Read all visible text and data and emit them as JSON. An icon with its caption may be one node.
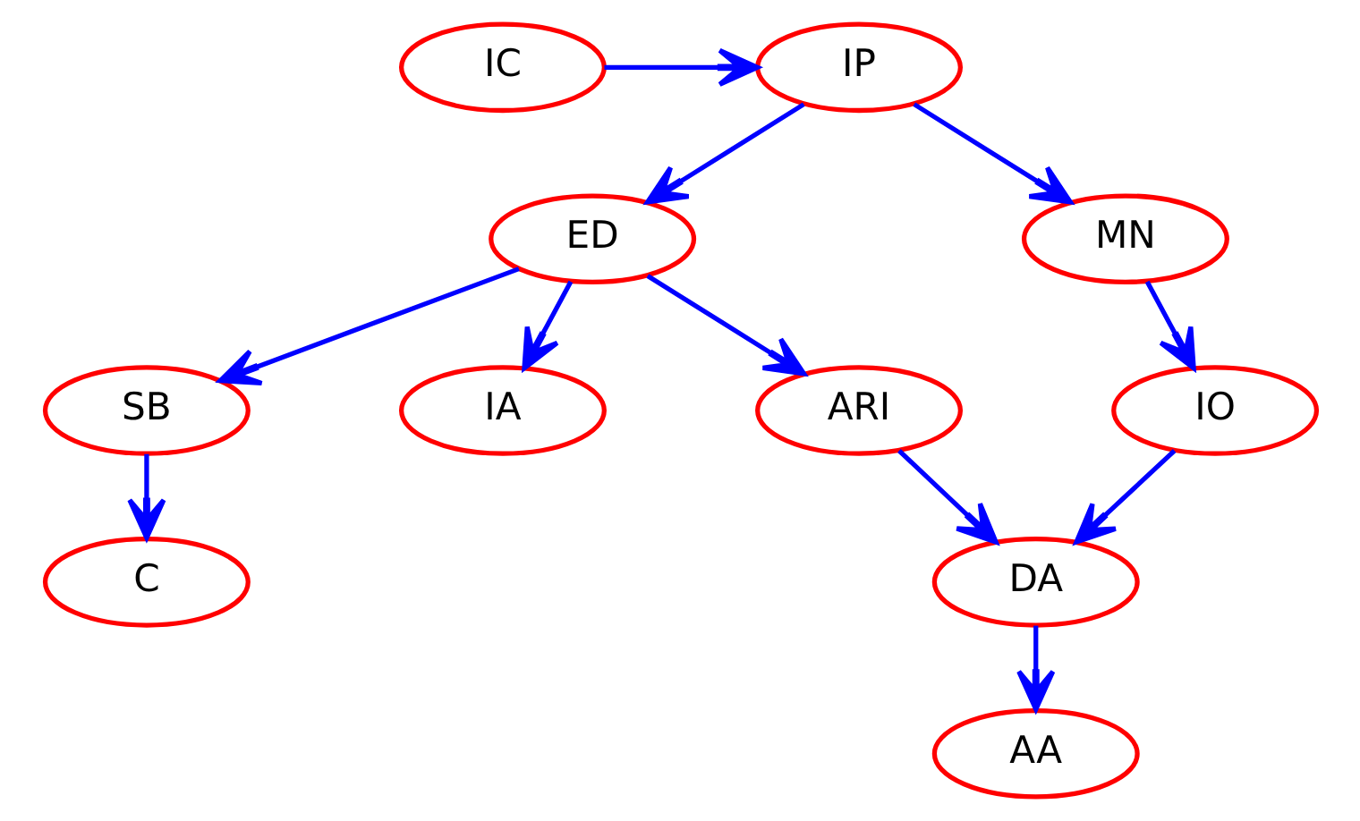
{
  "diagram": {
    "nodes": [
      {
        "text": [
          "IC"
        ]
      },
      {
        "text": [
          "IP"
        ]
      },
      {
        "text": [
          "ED"
        ]
      },
      {
        "text": [
          "MN"
        ]
      },
      {
        "text": [
          "SB"
        ]
      },
      {
        "text": [
          "IA"
        ]
      },
      {
        "text": [
          "ARI"
        ]
      },
      {
        "text": [
          "IO"
        ]
      },
      {
        "text": [
          "C"
        ]
      },
      {
        "text": [
          "DA"
        ]
      },
      {
        "text": [
          "AA"
        ]
      }
    ],
    "edges": [
      {
        "from": 0,
        "to": 1,
        "arrow": "to"
      },
      {
        "from": 1,
        "to": 2,
        "arrow": "to"
      },
      {
        "from": 1,
        "to": 3,
        "arrow": "to"
      },
      {
        "from": 2,
        "to": 4,
        "arrow": "to"
      },
      {
        "from": 2,
        "to": 5,
        "arrow": "to"
      },
      {
        "from": 2,
        "to": 6,
        "arrow": "to"
      },
      {
        "from": 3,
        "to": 7,
        "arrow": "to"
      },
      {
        "from": 4,
        "to": 8,
        "arrow": "to"
      },
      {
        "from": 6,
        "to": 9,
        "arrow": "to"
      },
      {
        "from": 7,
        "to": 9,
        "arrow": "to"
      },
      {
        "from": 9,
        "to": 10,
        "arrow": "to"
      }
    ]
  }
}
